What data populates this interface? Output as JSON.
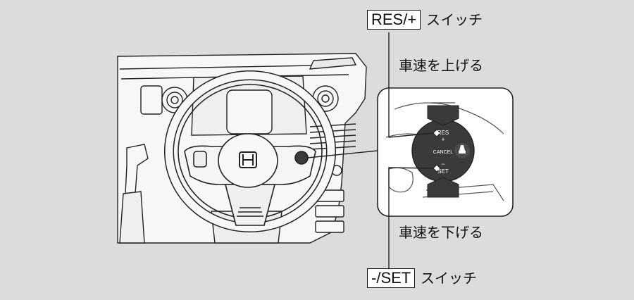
{
  "labels": {
    "res_button": "RES/+",
    "res_suffix": "スイッチ",
    "speed_up": "車速を上げる",
    "speed_down": "車速を下げる",
    "set_button": "-/SET",
    "set_suffix": "スイッチ"
  },
  "switch_panel": {
    "res_top": "RES",
    "res_plus": "+",
    "cancel": "CANCEL",
    "set_minus": "−",
    "set_bottom": "SET",
    "cruise_icon": "cruise-car-icon"
  },
  "colors": {
    "background": "#dcdcdc",
    "line_art": "#222222",
    "dash_fill": "#f7f7f7",
    "switch_body": "#3a3a3a",
    "arrow_fill": "#3a3a3a"
  }
}
